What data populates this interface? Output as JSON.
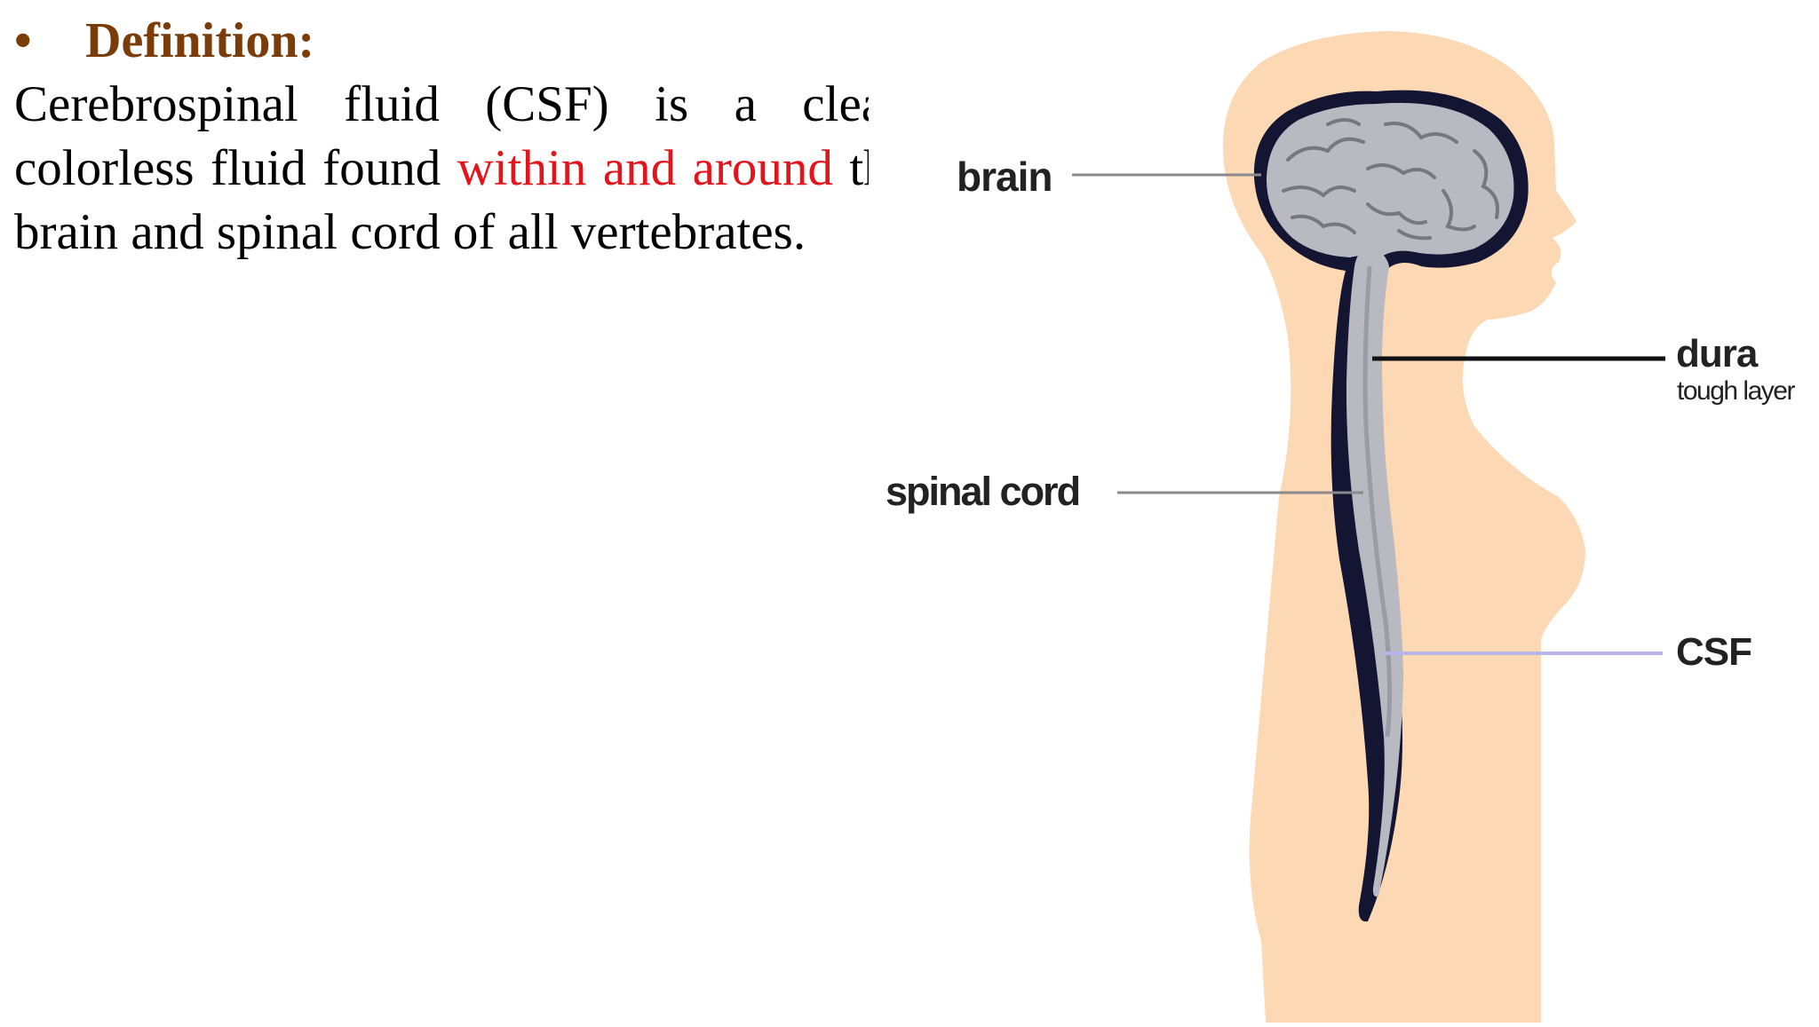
{
  "definition": {
    "bullet": "•",
    "heading": "Definition:",
    "paragraph": {
      "part1": "Cerebrospinal fluid (CSF) is a clear, colorless fluid found ",
      "highlight": "within and around",
      "part2": " the brain and spinal cord of all vertebrates."
    }
  },
  "diagram": {
    "labels": {
      "brain": "brain",
      "dura": "dura",
      "dura_desc": "tough layer",
      "spinal_cord": "spinal cord",
      "csf": "CSF"
    },
    "colors": {
      "skin": "#fcd8b4",
      "brain_gray": "#b9b9c2",
      "dura_outline": "#141433",
      "csf_line": "#b8b3e8",
      "leader_gray": "#8a8a8a",
      "heading": "#7a3d0a",
      "highlight": "#e3141b"
    }
  }
}
